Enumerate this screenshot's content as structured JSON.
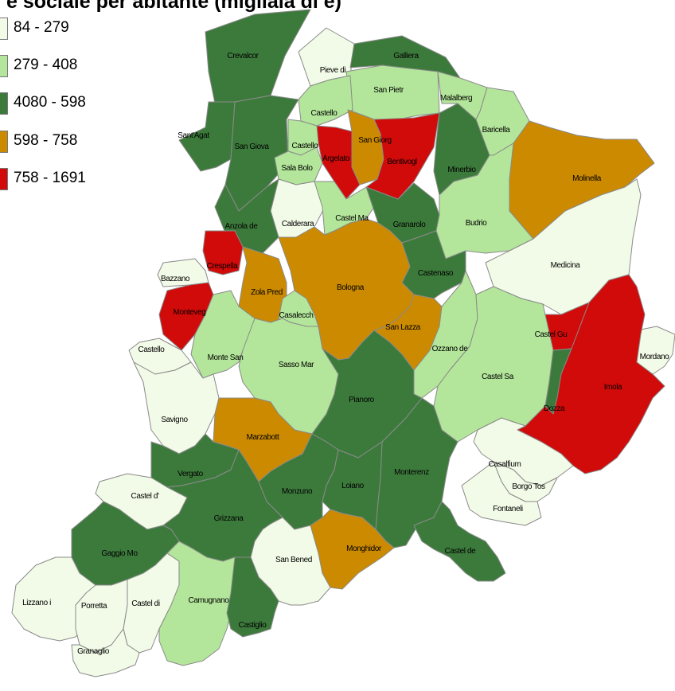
{
  "title": "e sociale per abitante (migliaia di e)",
  "legend": [
    {
      "label": "84 - 279",
      "color": "#f2fbe7"
    },
    {
      "label": "279 - 408",
      "color": "#b3e69a"
    },
    {
      "label": "4080 - 598",
      "color": "#3c7a3c"
    },
    {
      "label": "598 - 758",
      "color": "#cc8a00"
    },
    {
      "label": "758 - 1691",
      "color": "#d10a0a"
    }
  ],
  "municipalities": [
    {
      "name": "Crevalcor",
      "class": 2
    },
    {
      "name": "Sant'Agat",
      "class": 2
    },
    {
      "name": "San Giova",
      "class": 2
    },
    {
      "name": "Pieve di",
      "class": 0
    },
    {
      "name": "Galliera",
      "class": 2
    },
    {
      "name": "San Pietr",
      "class": 1
    },
    {
      "name": "Malalberg",
      "class": 1
    },
    {
      "name": "Castello",
      "class": 1
    },
    {
      "name": "San Giorg",
      "class": 3
    },
    {
      "name": "Castello",
      "class": 1
    },
    {
      "name": "Argelato",
      "class": 4
    },
    {
      "name": "Bentivogl",
      "class": 4
    },
    {
      "name": "Baricella",
      "class": 1
    },
    {
      "name": "Sala Bolo",
      "class": 1
    },
    {
      "name": "Minerbio",
      "class": 2
    },
    {
      "name": "Molinella",
      "class": 3
    },
    {
      "name": "Calderara",
      "class": 0
    },
    {
      "name": "Castel Ma",
      "class": 1
    },
    {
      "name": "Granarolo",
      "class": 2
    },
    {
      "name": "Budrio",
      "class": 1
    },
    {
      "name": "Anzola de",
      "class": 2
    },
    {
      "name": "Crespella",
      "class": 4
    },
    {
      "name": "Bazzano",
      "class": 0
    },
    {
      "name": "Medicina",
      "class": 0
    },
    {
      "name": "Castenaso",
      "class": 2
    },
    {
      "name": "Zola Pred",
      "class": 3
    },
    {
      "name": "Bologna",
      "class": 3
    },
    {
      "name": "Monteveg",
      "class": 4
    },
    {
      "name": "Casalecch",
      "class": 1
    },
    {
      "name": "San Lazza",
      "class": 3
    },
    {
      "name": "Castel Gu",
      "class": 4
    },
    {
      "name": "Castello",
      "class": 0
    },
    {
      "name": "Monte San",
      "class": 1
    },
    {
      "name": "Sasso Mar",
      "class": 1
    },
    {
      "name": "Ozzano de",
      "class": 1
    },
    {
      "name": "Mordano",
      "class": 0
    },
    {
      "name": "Castel Sa",
      "class": 1
    },
    {
      "name": "Imola",
      "class": 4
    },
    {
      "name": "Pianoro",
      "class": 2
    },
    {
      "name": "Dozza",
      "class": 2
    },
    {
      "name": "Savigno",
      "class": 0
    },
    {
      "name": "Marzabott",
      "class": 3
    },
    {
      "name": "Vergato",
      "class": 2
    },
    {
      "name": "Casalfium",
      "class": 0
    },
    {
      "name": "Monterenz",
      "class": 2
    },
    {
      "name": "Borgo Tos",
      "class": 0
    },
    {
      "name": "Castel d'",
      "class": 0
    },
    {
      "name": "Monzuno",
      "class": 2
    },
    {
      "name": "Loiano",
      "class": 2
    },
    {
      "name": "Fontaneli",
      "class": 0
    },
    {
      "name": "Grizzana",
      "class": 2
    },
    {
      "name": "Monghidor",
      "class": 3
    },
    {
      "name": "Gaggio Mo",
      "class": 2
    },
    {
      "name": "Castel de",
      "class": 2
    },
    {
      "name": "San Bened",
      "class": 0
    },
    {
      "name": "Lizzano i",
      "class": 0
    },
    {
      "name": "Porretta",
      "class": 0
    },
    {
      "name": "Castel di",
      "class": 0
    },
    {
      "name": "Camugnano",
      "class": 1
    },
    {
      "name": "Castiglio",
      "class": 2
    },
    {
      "name": "Granaglio",
      "class": 0
    }
  ]
}
